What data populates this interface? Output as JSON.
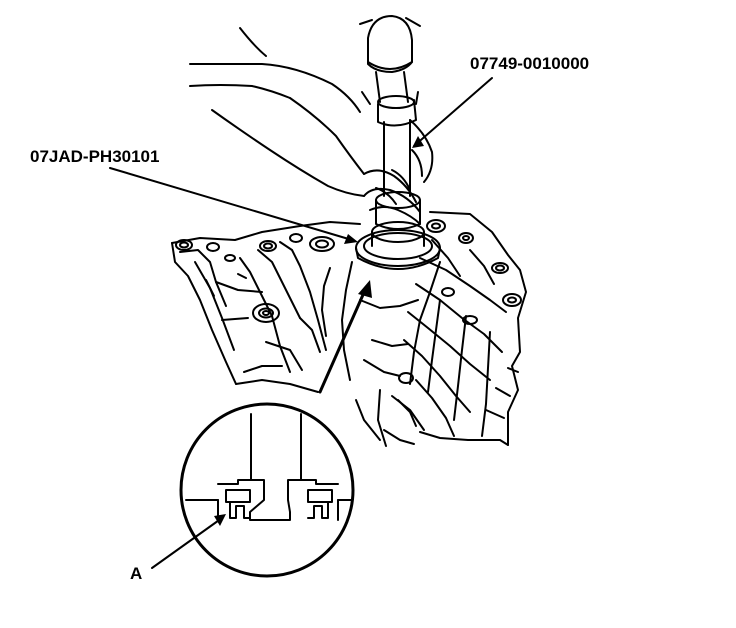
{
  "labels": {
    "tool_1": "07749-0010000",
    "tool_2": "07JAD-PH30101",
    "part_a": "A"
  },
  "colors": {
    "line": "#000000",
    "background": "#ffffff"
  }
}
